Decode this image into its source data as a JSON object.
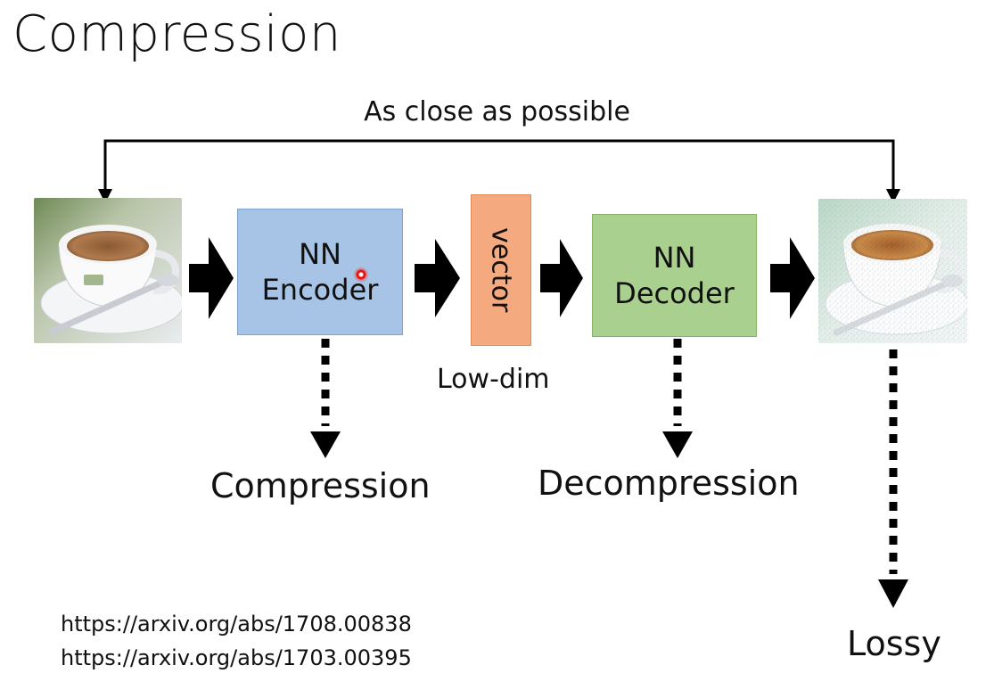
{
  "slide": {
    "title": "Compression",
    "top_label": "As close as possible",
    "encoder_label_1": "NN",
    "encoder_label_2": "Encoder",
    "vector_label": "vector",
    "low_dim_label": "Low-dim",
    "decoder_label_1": "NN",
    "decoder_label_2": "Decoder",
    "caption_compression": "Compression",
    "caption_decompression": "Decompression",
    "caption_lossy": "Lossy",
    "links": [
      "https://arxiv.org/abs/1708.00838",
      "https://arxiv.org/abs/1703.00395"
    ]
  },
  "colors": {
    "encoder_fill": "#a7c4e6",
    "vector_fill": "#f4a97f",
    "decoder_fill": "#a9d08e",
    "arrow": "#000000",
    "pointer": "#e8140f"
  },
  "icons": {
    "input_image": "coffee-cup-photo",
    "output_image": "noisy-coffee-cup-photo"
  }
}
